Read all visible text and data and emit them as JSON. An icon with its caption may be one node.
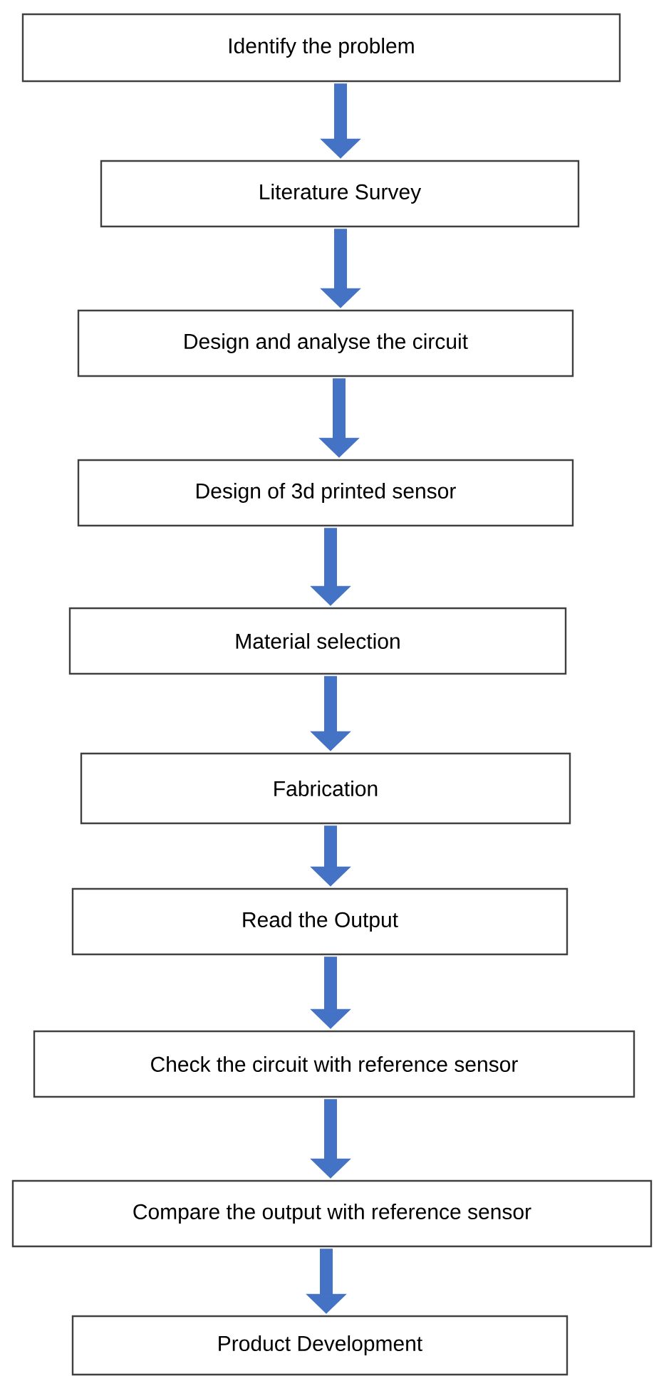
{
  "diagram": {
    "nodes": [
      {
        "text": [
          "Identify the problem"
        ]
      },
      {
        "text": [
          "Literature Survey"
        ]
      },
      {
        "text": [
          "Design and analyse the circuit"
        ]
      },
      {
        "text": [
          "Design of 3d printed sensor"
        ]
      },
      {
        "text": [
          "Material selection"
        ]
      },
      {
        "text": [
          "Fabrication"
        ]
      },
      {
        "text": [
          "Read the Output"
        ]
      },
      {
        "text": [
          "Check the circuit with reference sensor"
        ]
      },
      {
        "text": [
          "Compare the output with reference sensor"
        ]
      },
      {
        "text": [
          "Product Development"
        ]
      }
    ],
    "edges": [
      {
        "from": 0,
        "to": 1,
        "arrow": "to"
      },
      {
        "from": 1,
        "to": 2,
        "arrow": "to"
      },
      {
        "from": 2,
        "to": 3,
        "arrow": "to"
      },
      {
        "from": 3,
        "to": 4,
        "arrow": "to"
      },
      {
        "from": 4,
        "to": 5,
        "arrow": "to"
      },
      {
        "from": 5,
        "to": 6,
        "arrow": "to"
      },
      {
        "from": 6,
        "to": 7,
        "arrow": "to"
      },
      {
        "from": 7,
        "to": 8,
        "arrow": "to"
      },
      {
        "from": 8,
        "to": 9,
        "arrow": "to"
      }
    ]
  }
}
